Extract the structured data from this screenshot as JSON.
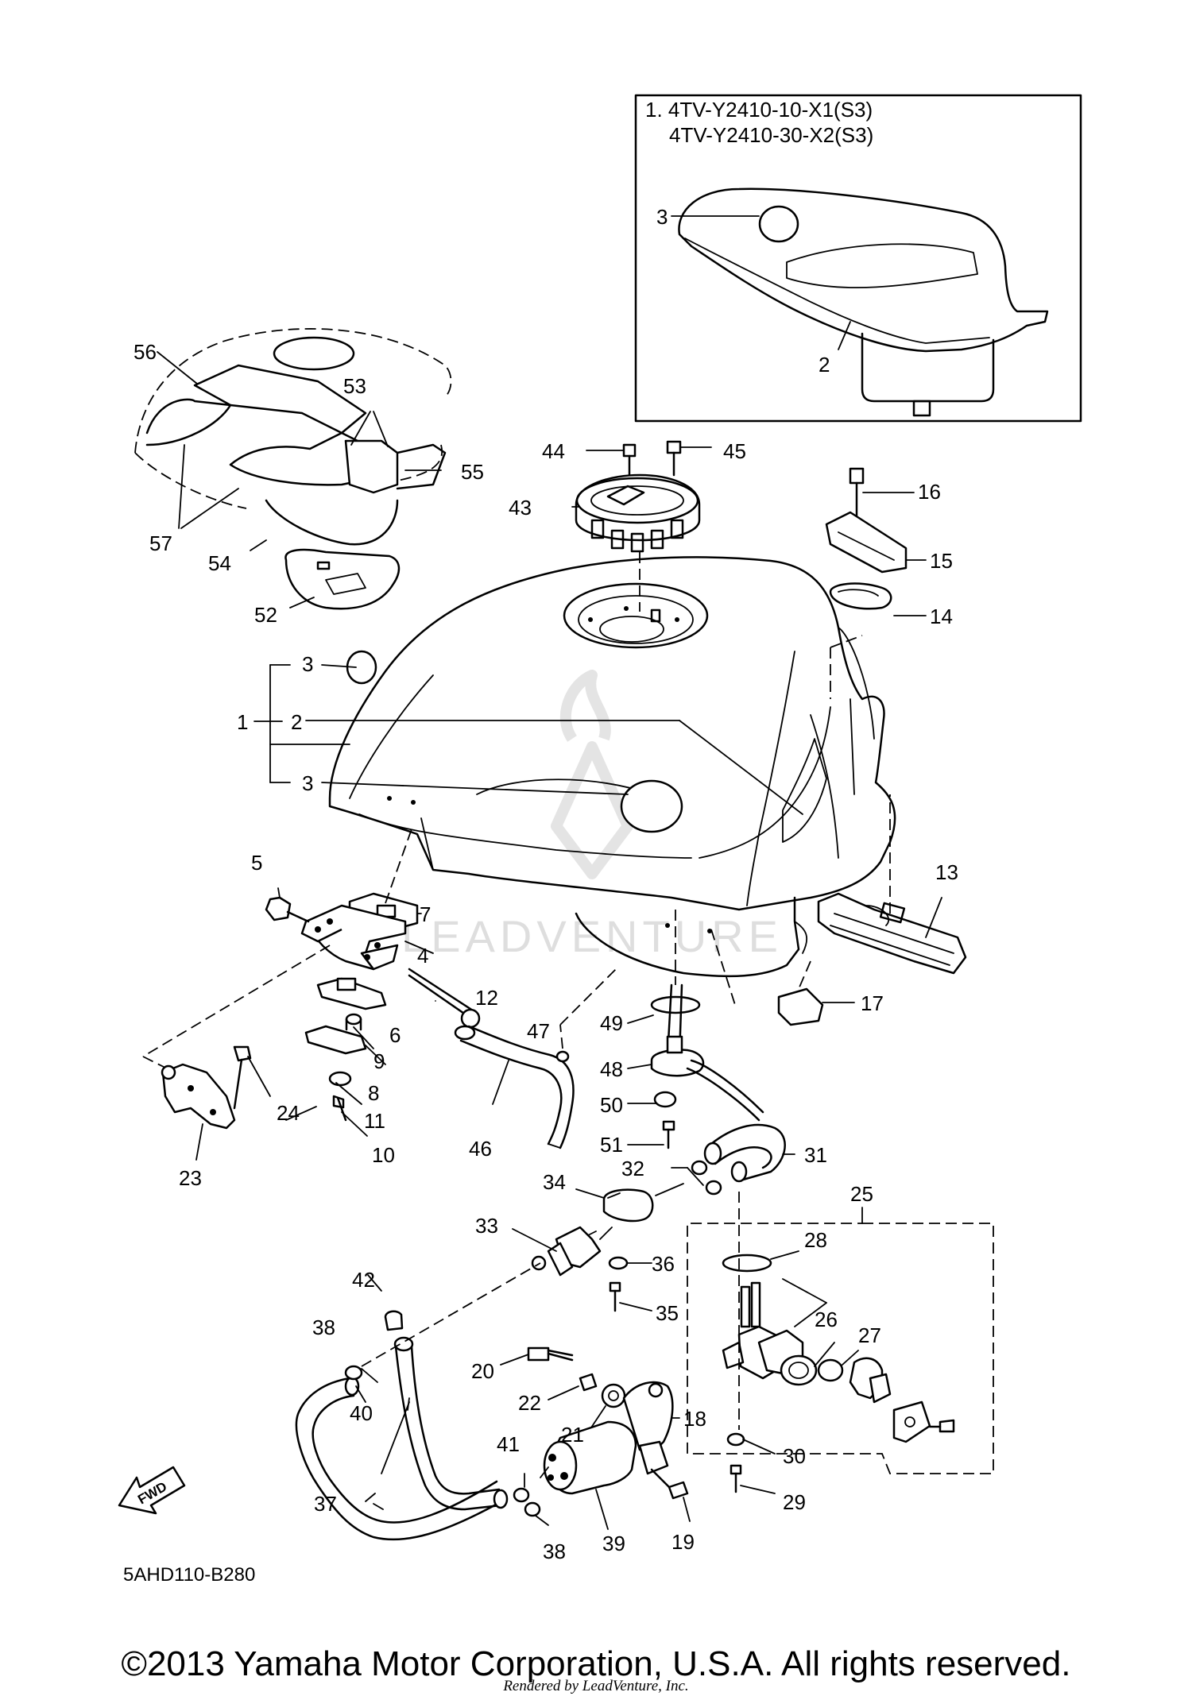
{
  "inset": {
    "line1": "1. 4TV-Y2410-10-X1(S3)",
    "line2": "4TV-Y2410-30-X2(S3)",
    "callouts": [
      "3",
      "2"
    ]
  },
  "callouts": [
    "1",
    "2",
    "3",
    "3",
    "4",
    "5",
    "6",
    "7",
    "8",
    "9",
    "10",
    "11",
    "12",
    "13",
    "14",
    "15",
    "16",
    "17",
    "18",
    "19",
    "20",
    "21",
    "22",
    "23",
    "24",
    "25",
    "26",
    "27",
    "28",
    "29",
    "30",
    "31",
    "32",
    "33",
    "34",
    "35",
    "36",
    "37",
    "38",
    "38",
    "39",
    "40",
    "41",
    "42",
    "43",
    "44",
    "45",
    "46",
    "47",
    "48",
    "49",
    "50",
    "51",
    "52",
    "53",
    "54",
    "55",
    "56",
    "57"
  ],
  "fwd_label": "FWD",
  "diagram_code": "5AHD110-B280",
  "watermark": "LEADVENTURE",
  "copyright": "©2013 Yamaha Motor Corporation, U.S.A. All rights reserved.",
  "rendered_by": "Rendered by LeadVenture, Inc."
}
